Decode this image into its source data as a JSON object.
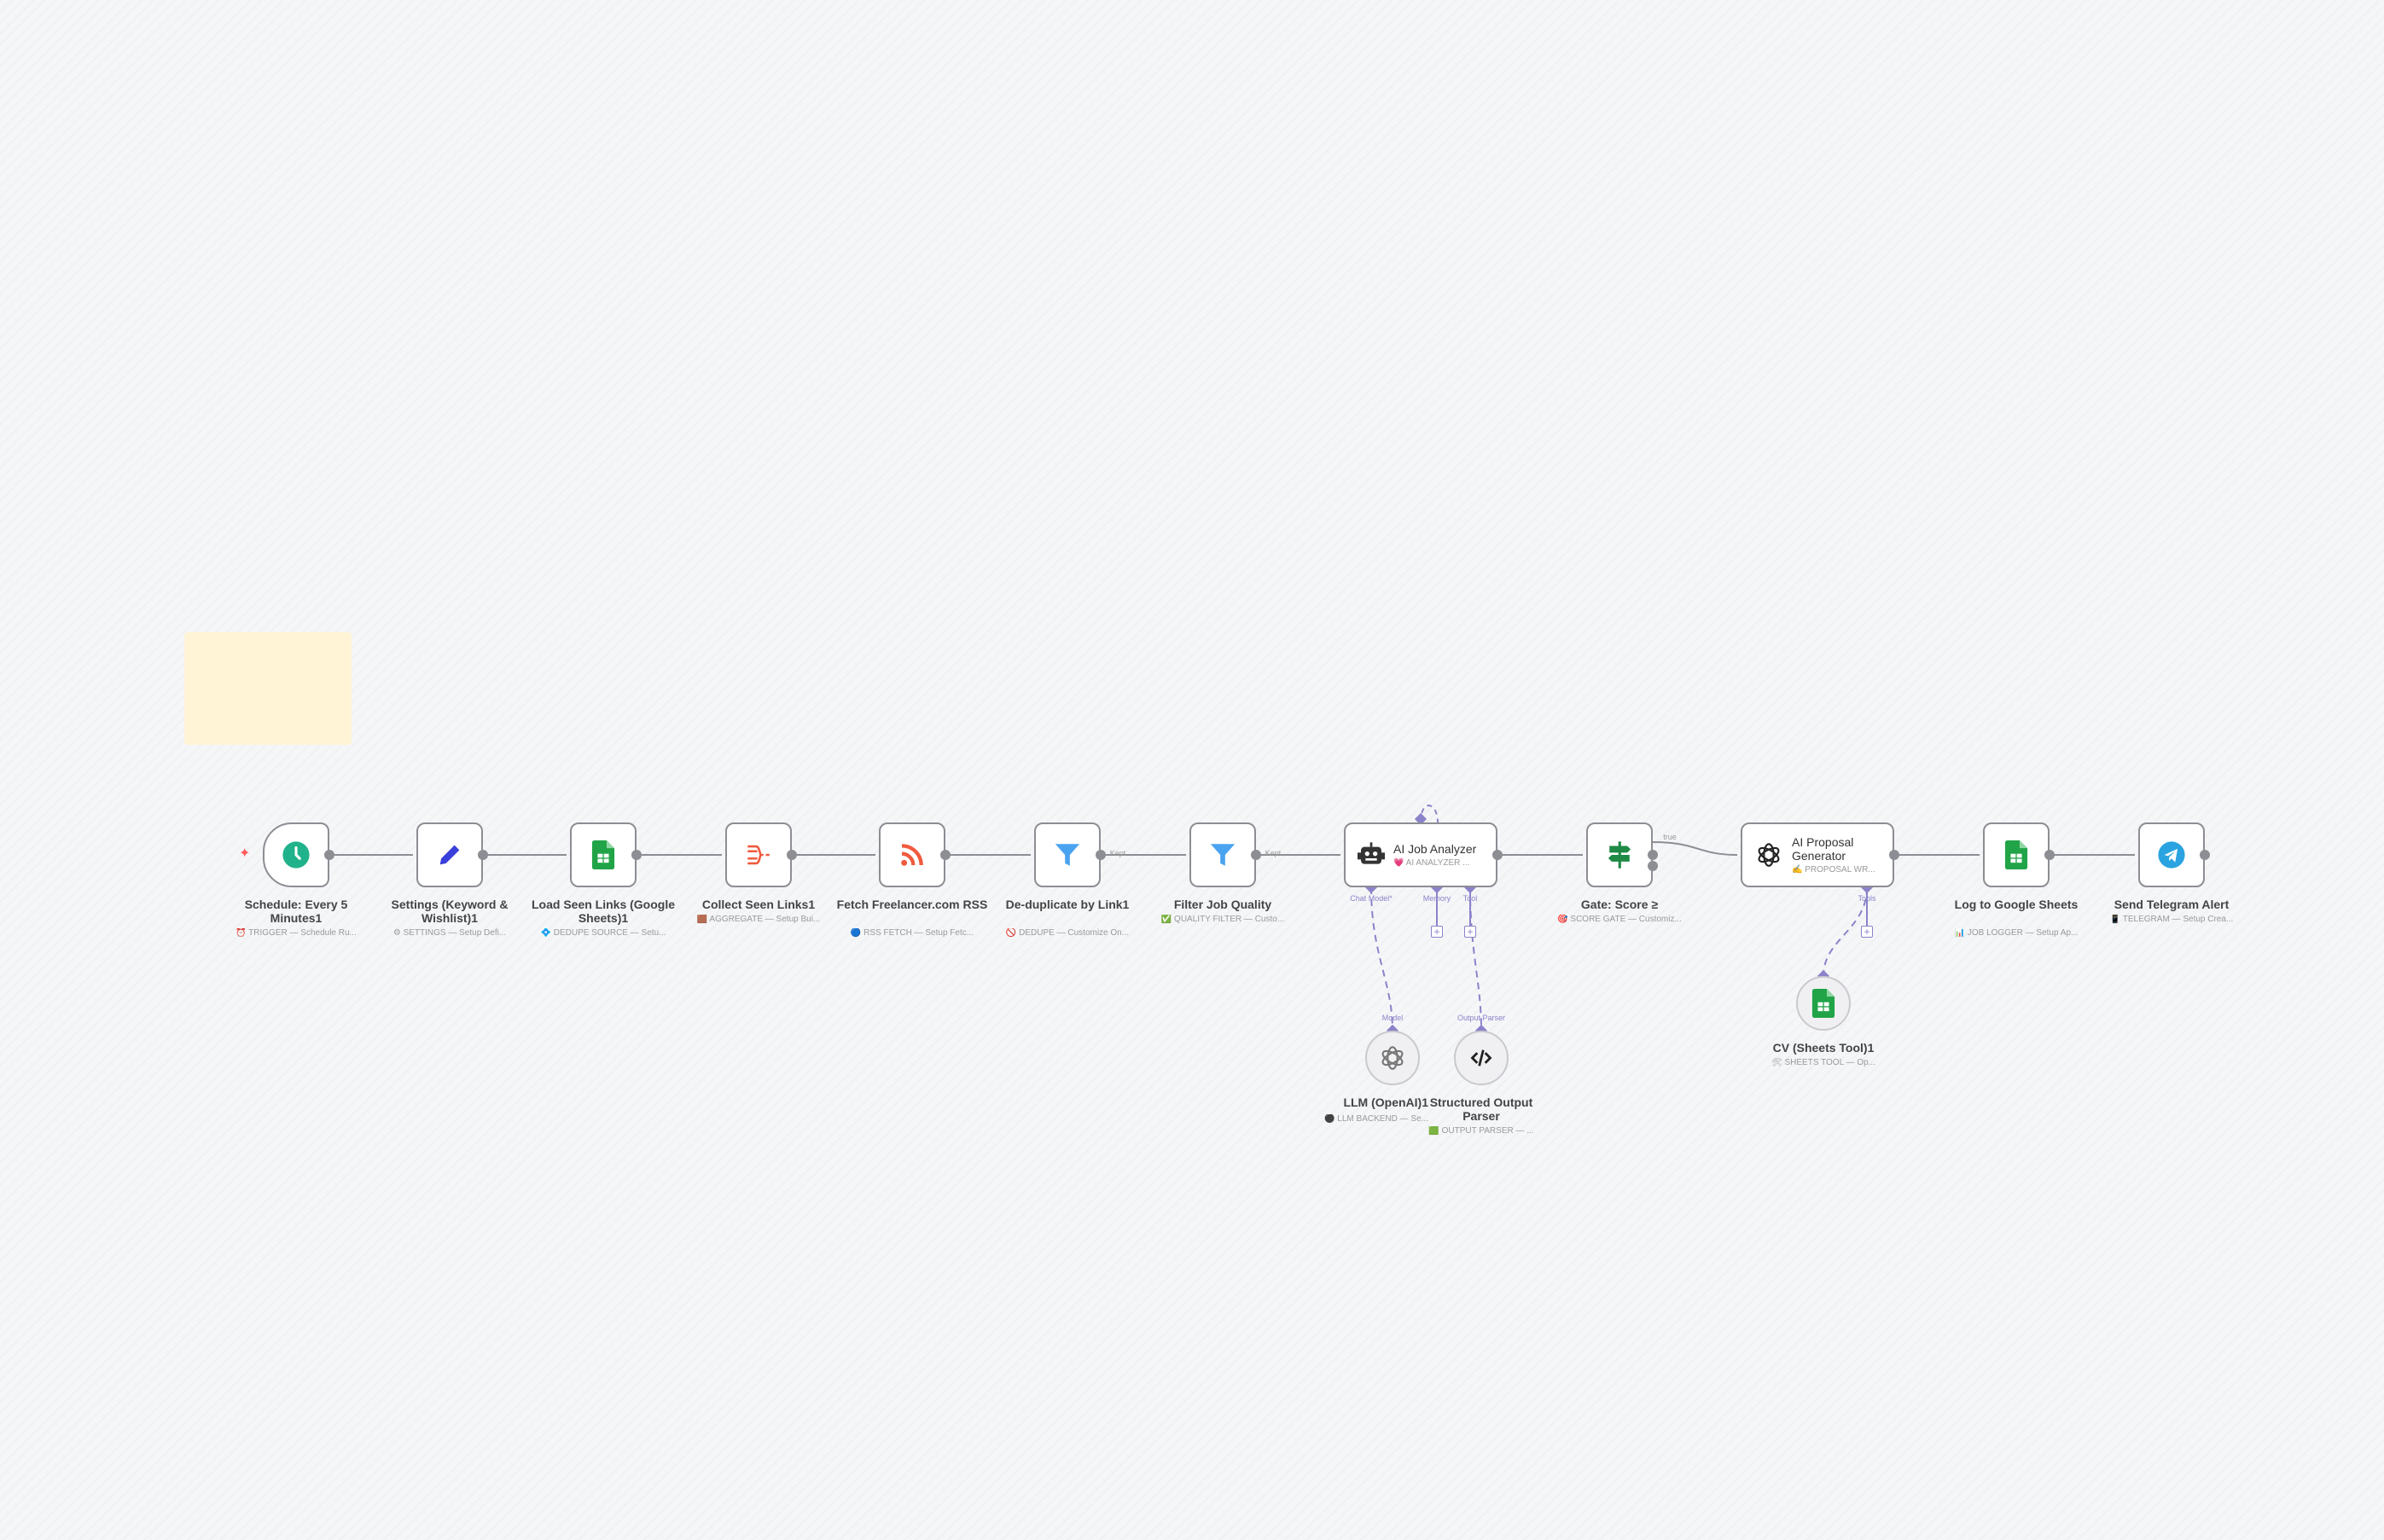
{
  "canvas": {
    "accent_connection": "#8d8d94",
    "ai_connection": "#8a83c9",
    "sticky_color": "#fff4d6"
  },
  "nodes": [
    {
      "id": "schedule",
      "title": "Schedule: Every 5 Minutes1",
      "subtitle": "⏰ TRIGGER — Schedule Ru...",
      "icon": "clock-icon",
      "color": "#20b28a"
    },
    {
      "id": "settings",
      "title": "Settings (Keyword & Wishlist)1",
      "subtitle": "⚙ SETTINGS — Setup Defi...",
      "icon": "pencil-icon",
      "color": "#3b3fd9"
    },
    {
      "id": "load_seen",
      "title": "Load Seen Links (Google Sheets)1",
      "subtitle": "💠 DEDUPE SOURCE — Setu...",
      "icon": "google-sheets-icon",
      "color": "#21a447"
    },
    {
      "id": "collect_seen",
      "title": "Collect Seen Links1",
      "subtitle": "🟫 AGGREGATE — Setup Bui...",
      "icon": "aggregate-icon",
      "color": "#f05a3e"
    },
    {
      "id": "fetch_rss",
      "title": "Fetch Freelancer.com RSS",
      "subtitle": "🔵 RSS FETCH — Setup Fetc...",
      "icon": "rss-icon",
      "color": "#f05a3e"
    },
    {
      "id": "dedupe",
      "title": "De-duplicate by Link1",
      "subtitle": "🚫 DEDUPE — Customize On...",
      "icon": "filter-icon",
      "color": "#4aa3f0",
      "output_label": "Kept"
    },
    {
      "id": "filter_quality",
      "title": "Filter Job Quality",
      "subtitle": "✅ QUALITY FILTER — Custo...",
      "icon": "filter-icon",
      "color": "#4aa3f0",
      "output_label": "Kept"
    },
    {
      "id": "ai_analyzer",
      "title": "AI Job Analyzer",
      "subtitle": "💗 AI ANALYZER ...",
      "icon": "robot-icon",
      "color": "#333333",
      "ports": [
        "Chat Model*",
        "Memory",
        "Tool"
      ]
    },
    {
      "id": "gate",
      "title": "Gate: Score ≥",
      "subtitle": "🎯 SCORE GATE — Customiz...",
      "icon": "signpost-icon",
      "color": "#1f8a45",
      "output_label": "true"
    },
    {
      "id": "proposal",
      "title": "AI Proposal Generator",
      "subtitle": "✍ PROPOSAL WR...",
      "icon": "openai-icon",
      "color": "#222222",
      "ports": [
        "Tools"
      ]
    },
    {
      "id": "log_sheets",
      "title": "Log to Google Sheets",
      "subtitle": "📊 JOB LOGGER — Setup Ap...",
      "icon": "google-sheets-icon",
      "color": "#21a447"
    },
    {
      "id": "telegram",
      "title": "Send Telegram Alert",
      "subtitle": "📱 TELEGRAM — Setup Crea...",
      "icon": "telegram-icon",
      "color": "#2aa3e0"
    },
    {
      "id": "llm",
      "title": "LLM (OpenAI)1",
      "subtitle": "⚫ LLM BACKEND — Se...",
      "icon": "openai-icon",
      "color": "#777777",
      "port": "Model"
    },
    {
      "id": "parser",
      "title": "Structured Output Parser",
      "subtitle": "🟩 OUTPUT PARSER — ...",
      "icon": "code-icon",
      "color": "#222222",
      "port": "Output Parser"
    },
    {
      "id": "cv_tool",
      "title": "CV (Sheets Tool)1",
      "subtitle": "🛠 SHEETS TOOL — Op...",
      "icon": "google-sheets-icon",
      "color": "#21a447"
    }
  ]
}
